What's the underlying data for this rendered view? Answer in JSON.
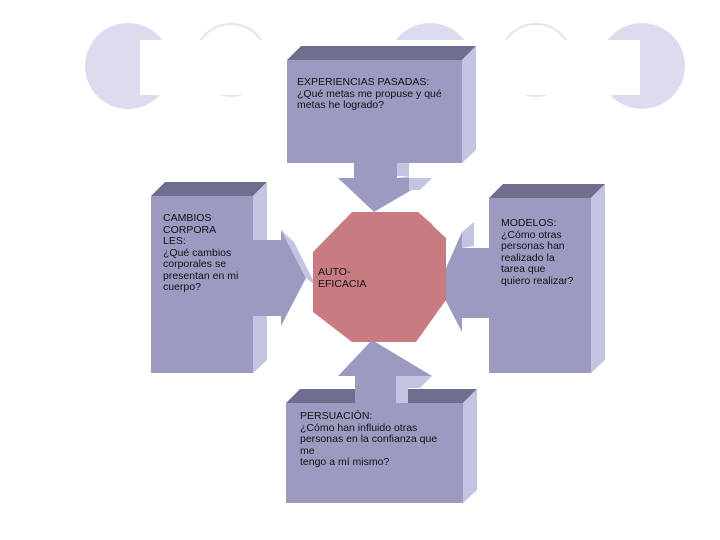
{
  "colors": {
    "box_front": "#9b9bc1",
    "box_top": "#6e6e8e",
    "box_side": "#c3c3e2",
    "octagon": "#c87c82",
    "octagon_top": "#a05a60",
    "octagon_side": "#d99ca0",
    "decor_circle": "#dddcef"
  },
  "center": {
    "label": "AUTO-\nEFICACIA"
  },
  "boxes": {
    "top": {
      "title": "EXPERIENCIAS PASADAS:",
      "question": "¿Qué metas me propuse y qué\nmetas he logrado?"
    },
    "left": {
      "title": "CAMBIOS\nCORPORA LES:",
      "question": "¿Qué cambios\ncorporales se\npresentan en mi\ncuerpo?"
    },
    "right": {
      "title": "MODELOS:",
      "question": "¿Cómo otras\npersonas han\nrealizado la\ntarea que\nquiero realizar?"
    },
    "bottom": {
      "title": "PERSUACIÓN:",
      "question": "¿Cómo han influido otras\npersonas en la confianza que\nme\ntengo a mí mismo?"
    }
  }
}
